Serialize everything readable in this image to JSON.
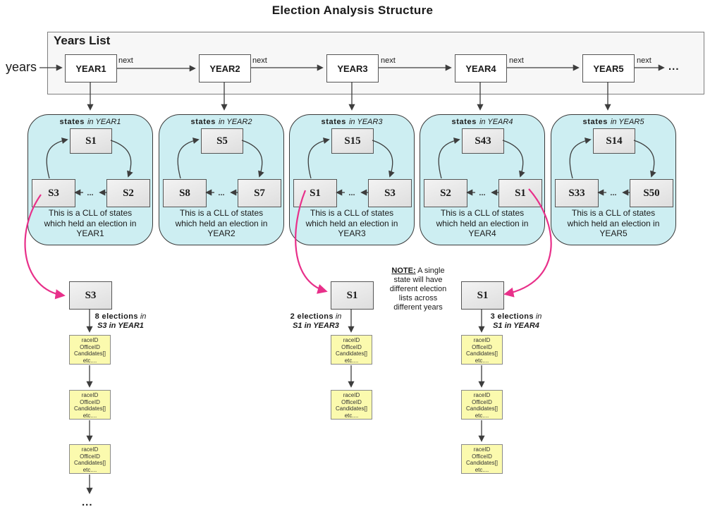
{
  "title": "Election Analysis Structure",
  "ellipsis": "...",
  "years_list": {
    "label": "Years List",
    "pointer_label": "years",
    "next_label": "next",
    "nodes": [
      "YEAR1",
      "YEAR2",
      "YEAR3",
      "YEAR4",
      "YEAR5"
    ]
  },
  "state_groups": [
    {
      "header_bold": "states",
      "header_italic": "in YEAR1",
      "top": "S1",
      "bottom_right": "S2",
      "bottom_left": "S3",
      "caption": "This is a CLL of states\nwhich held an election in\nYEAR1"
    },
    {
      "header_bold": "states",
      "header_italic": "in YEAR2",
      "top": "S5",
      "bottom_right": "S7",
      "bottom_left": "S8",
      "caption": "This is a CLL of states\nwhich held an election in\nYEAR2"
    },
    {
      "header_bold": "states",
      "header_italic": "in YEAR3",
      "top": "S15",
      "bottom_right": "S3",
      "bottom_left": "S1",
      "caption": "This is a CLL of states\nwhich held an election in\nYEAR3"
    },
    {
      "header_bold": "states",
      "header_italic": "in YEAR4",
      "top": "S43",
      "bottom_right": "S1",
      "bottom_left": "S2",
      "caption": "This is a CLL of states\nwhich held an election in\nYEAR4"
    },
    {
      "header_bold": "states",
      "header_italic": "in YEAR5",
      "top": "S14",
      "bottom_right": "S50",
      "bottom_left": "S33",
      "caption": "This is a CLL of states\nwhich held an election in\nYEAR5"
    }
  ],
  "note": {
    "heading": "NOTE:",
    "body": " A single\nstate will have\ndifferent election\nlists across\ndifferent years"
  },
  "election_record": "raceID\nOfficeID\nCandidates[]\netc....",
  "chains": [
    {
      "state": "S3",
      "count": "8 elections",
      "in_word": "in",
      "context": "S3 in YEAR1"
    },
    {
      "state": "S1",
      "count": "2 elections",
      "in_word": "in",
      "context": "S1 in YEAR3"
    },
    {
      "state": "S1",
      "count": "3 elections",
      "in_word": "in",
      "context": "S1 in YEAR4"
    }
  ],
  "colors": {
    "cyan_fill": "#cdeef2",
    "node_fill": "#e7e7e7",
    "record_fill": "#fbfaae",
    "arrow": "#3d3d3d",
    "pink": "#e8308a"
  }
}
